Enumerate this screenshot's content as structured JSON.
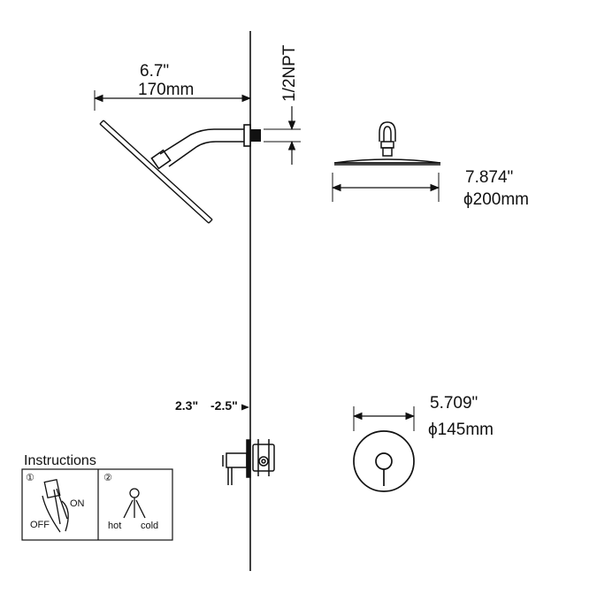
{
  "arm_length": {
    "inches": "6.7\"",
    "mm": "170mm"
  },
  "pipe_thread": "1/2NPT",
  "shower_head": {
    "inches": "7.874\"",
    "mm": "ϕ200mm"
  },
  "valve_depth": {
    "min": "2.3\"",
    "max": "-2.5\""
  },
  "trim_plate": {
    "inches": "5.709\"",
    "mm": "ϕ145mm"
  },
  "instructions": {
    "title": "Instructions",
    "step1": {
      "number": "①",
      "on": "ON",
      "off": "OFF"
    },
    "step2": {
      "number": "②",
      "hot": "hot",
      "cold": "cold"
    }
  },
  "colors": {
    "line": "#111111",
    "background": "#ffffff"
  }
}
